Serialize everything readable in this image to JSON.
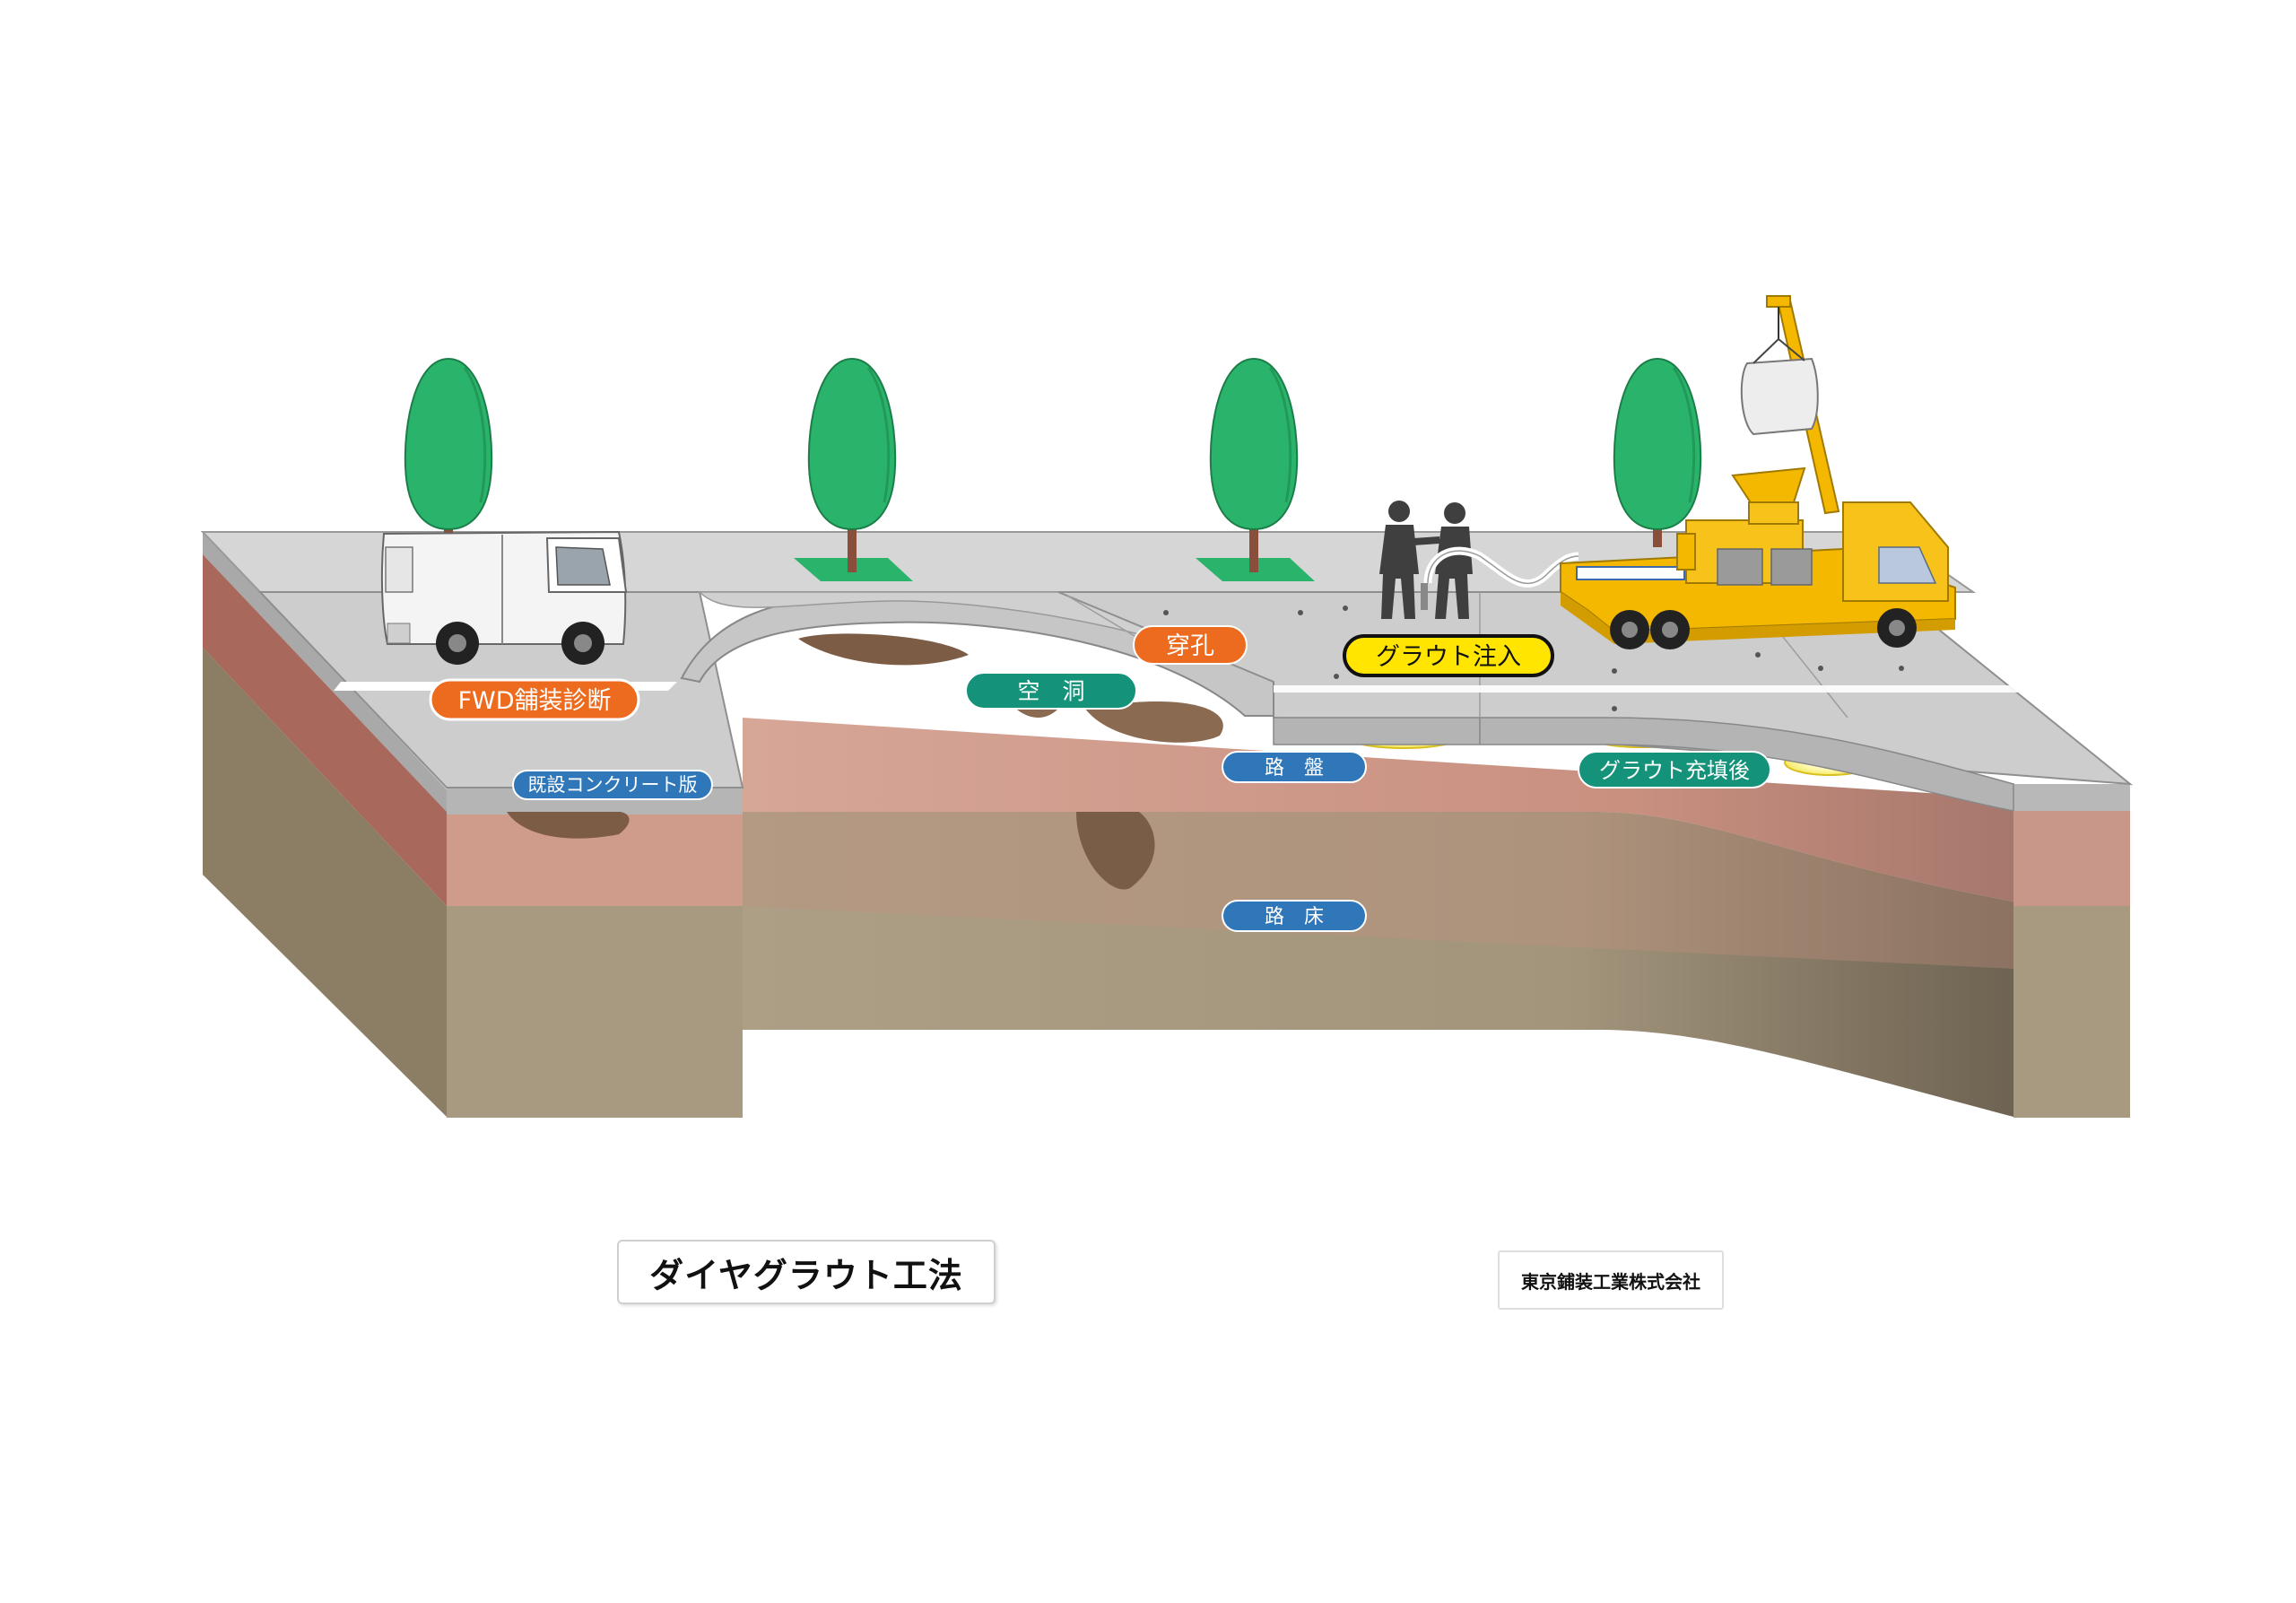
{
  "labels": {
    "fwd": "FWD舗装診断",
    "slab": "既設コンクリート版",
    "void": "空　洞",
    "drill": "穿孔",
    "grout_injection": "グラウト注入",
    "base": "路　盤",
    "after_fill": "グラウト充填後",
    "subgrade": "路　床"
  },
  "title": "ダイヤグラウト工法",
  "company": "東京鋪装工業株式会社",
  "colors": {
    "orange": "#ec6b1f",
    "green_label": "#15937a",
    "blue_label": "#2f77b9",
    "yellow_label": "#ffe500",
    "tree": "#2ab46b",
    "concrete": "#c8c8c8",
    "base_layer": "#c89888",
    "subgrade_layer": "#a89a80",
    "grout": "#fff27a",
    "truck": "#f5b800"
  },
  "icons": [
    "tree-icon",
    "van-icon",
    "worker-icon",
    "crane-truck-icon"
  ]
}
